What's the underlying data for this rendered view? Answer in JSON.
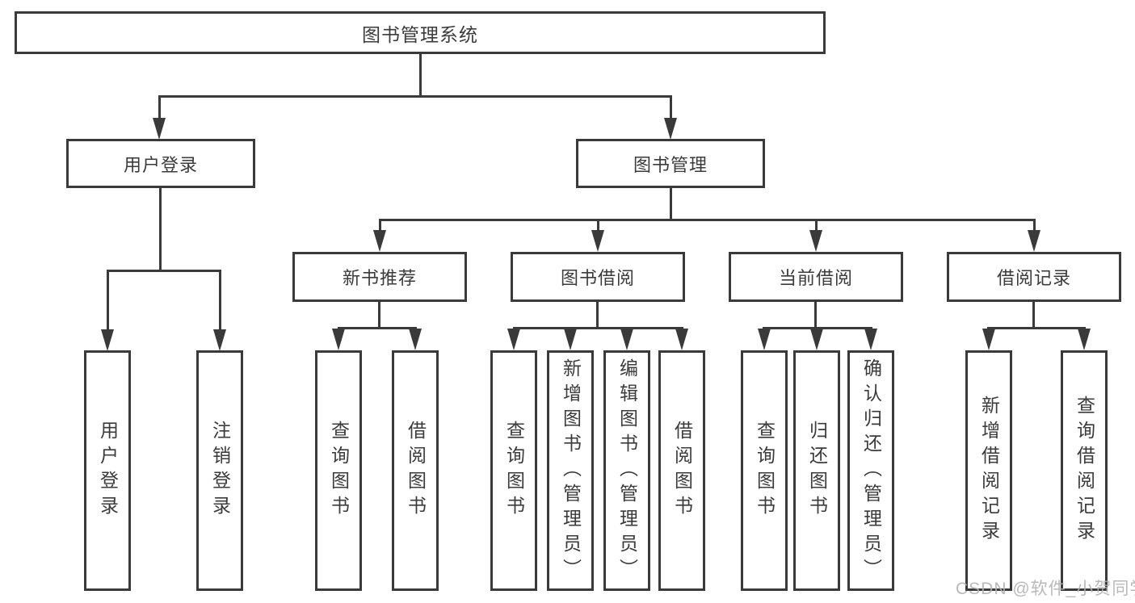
{
  "colors": {
    "line": "#3a3a3a",
    "text": "#3b3b3b",
    "watermark_color": "#b2b2b2",
    "background": "#ffffff"
  },
  "diagram": {
    "root": {
      "label": "图书管理系统"
    },
    "user_branch": {
      "label": "用户登录",
      "leaves": [
        {
          "label": "用户登录"
        },
        {
          "label": "注销登录"
        }
      ]
    },
    "book_branch": {
      "label": "图书管理",
      "groups": [
        {
          "label": "新书推荐",
          "leaves": [
            {
              "label": "查询图书"
            },
            {
              "label": "借阅图书"
            }
          ]
        },
        {
          "label": "图书借阅",
          "leaves": [
            {
              "label": "查询图书"
            },
            {
              "label": "新增图书（管理员）"
            },
            {
              "label": "编辑图书（管理员）"
            },
            {
              "label": "借阅图书"
            }
          ]
        },
        {
          "label": "当前借阅",
          "leaves": [
            {
              "label": "查询图书"
            },
            {
              "label": "归还图书"
            },
            {
              "label": "确认归还（管理员）"
            }
          ]
        },
        {
          "label": "借阅记录",
          "leaves": [
            {
              "label": "新增借阅记录"
            },
            {
              "label": "查询借阅记录"
            }
          ]
        }
      ]
    }
  },
  "watermark": {
    "text": "CSDN @软件_小贺同学"
  }
}
